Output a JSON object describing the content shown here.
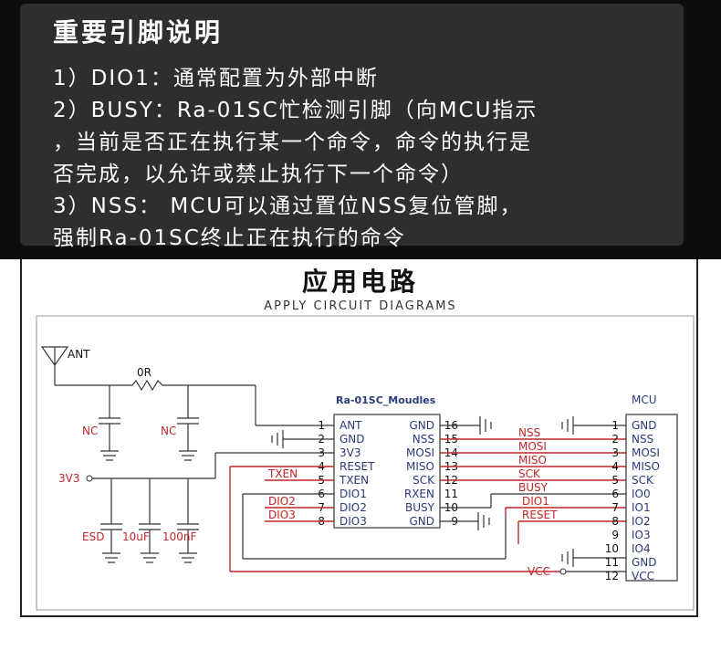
{
  "notes": {
    "title": "重要引脚说明",
    "lines": [
      "1）DIO1：通常配置为外部中断",
      "2）BUSY：Ra-01SC忙检测引脚（向MCU指示",
      "，当前是否正在执行某一个命令，命令的执行是",
      "否完成，以允许或禁止执行下一个命令）",
      "3）NSS：  MCU可以通过置位NSS复位管脚，",
      "强制Ra-01SC终止正在执行的命令"
    ]
  },
  "circuit": {
    "title": "应用电路",
    "subtitle": "APPLY CIRCUIT DIAGRAMS",
    "antenna_label": "ANT",
    "resistor_label": "0R",
    "nc_left": "NC",
    "nc_right": "NC",
    "supply_label": "3V3",
    "cap_labels": [
      "ESD",
      "10uF",
      "100nF"
    ],
    "module": {
      "name": "Ra-01SC_Moudles",
      "left_pins": [
        {
          "num": "1",
          "name": "ANT"
        },
        {
          "num": "2",
          "name": "GND"
        },
        {
          "num": "3",
          "name": "3V3"
        },
        {
          "num": "4",
          "name": "RESET"
        },
        {
          "num": "5",
          "name": "TXEN"
        },
        {
          "num": "6",
          "name": "DIO1"
        },
        {
          "num": "7",
          "name": "DIO2"
        },
        {
          "num": "8",
          "name": "DIO3"
        }
      ],
      "right_pins": [
        {
          "num": "16",
          "name": "GND"
        },
        {
          "num": "15",
          "name": "NSS"
        },
        {
          "num": "14",
          "name": "MOSI"
        },
        {
          "num": "13",
          "name": "MISO"
        },
        {
          "num": "12",
          "name": "SCK"
        },
        {
          "num": "11",
          "name": "RXEN"
        },
        {
          "num": "10",
          "name": "BUSY"
        },
        {
          "num": "9",
          "name": "GND"
        }
      ]
    },
    "left_nets": [
      "TXEN",
      "DIO2",
      "DIO3"
    ],
    "mid_nets": [
      "NSS",
      "MOSI",
      "MISO",
      "SCK",
      "BUSY",
      "DIO1",
      "RESET"
    ],
    "mcu": {
      "name": "MCU",
      "pins": [
        {
          "num": "1",
          "name": "GND"
        },
        {
          "num": "2",
          "name": "NSS"
        },
        {
          "num": "3",
          "name": "MOSI"
        },
        {
          "num": "4",
          "name": "MISO"
        },
        {
          "num": "5",
          "name": "SCK"
        },
        {
          "num": "6",
          "name": "IO0"
        },
        {
          "num": "7",
          "name": "IO1"
        },
        {
          "num": "8",
          "name": "IO2"
        },
        {
          "num": "9",
          "name": "IO3"
        },
        {
          "num": "10",
          "name": "IO4"
        },
        {
          "num": "11",
          "name": "GND"
        },
        {
          "num": "12",
          "name": "VCC"
        }
      ]
    },
    "vcc_label": "VCC"
  },
  "colors": {
    "wire_red": "#c0262a",
    "wire_dark": "#333333",
    "module_text": "#2a3a7a"
  }
}
